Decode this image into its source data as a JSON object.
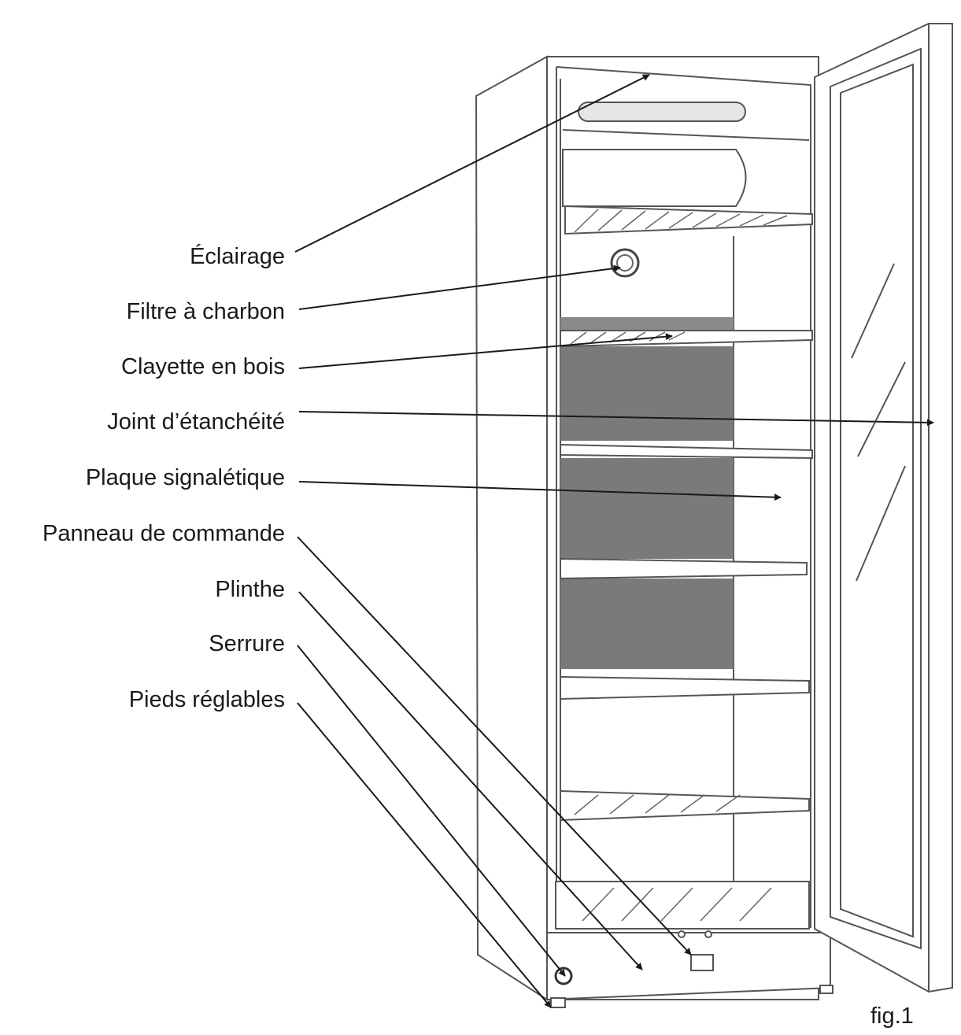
{
  "labels": {
    "eclairage": "Éclairage",
    "filtre": "Filtre à charbon",
    "clayette": "Clayette en bois",
    "joint": "Joint d’étanchéité",
    "plaque": "Plaque signalétique",
    "panneau": "Panneau de commande",
    "plinthe": "Plinthe",
    "serrure": "Serrure",
    "pieds": "Pieds réglables"
  },
  "figure_label": "fig.1",
  "colors": {
    "line": "#2a2a2a",
    "panel": "#7a7a7a",
    "outline": "#555555"
  }
}
